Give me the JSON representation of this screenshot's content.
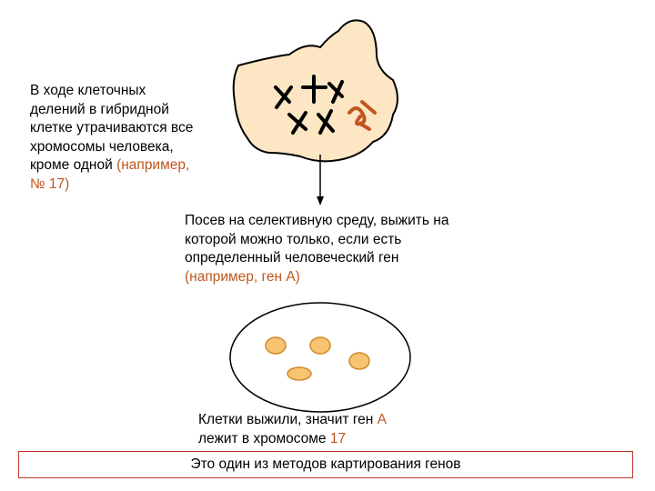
{
  "left_text": {
    "lines": [
      "В ходе клеточных",
      "делений в гибридной",
      "клетке утрачиваются все",
      "хромосомы человека,"
    ],
    "line5_black": "кроме одной ",
    "line5_accent": "(например,",
    "line6_accent": "№ 17)"
  },
  "middle_text": {
    "lines": [
      "Посев на селективную среду, выжить на",
      "которой можно только, если есть",
      "определенный человеческий ген"
    ],
    "line4_accent": "(например, ген А)"
  },
  "result_text": {
    "line1_black": "Клетки выжили, значит ген ",
    "line1_accent": "А",
    "line2_black": "лежит в хромосоме ",
    "line2_accent": "17"
  },
  "conclusion": "Это один из методов картирования генов",
  "colors": {
    "accent": "#c0561f",
    "cell_fill": "#fde6c4",
    "colony_fill": "#f7c472",
    "box_border": "#c0392b"
  }
}
